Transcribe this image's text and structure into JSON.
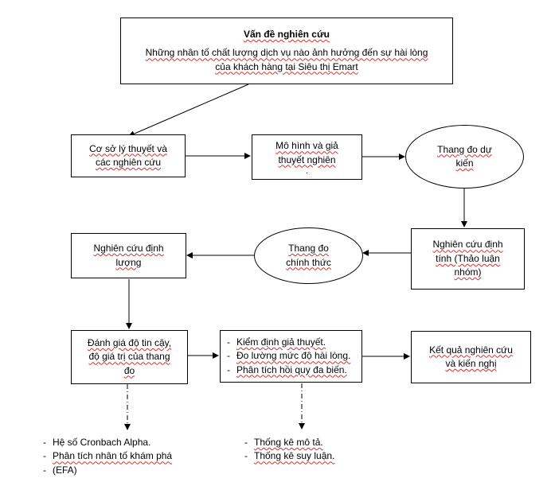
{
  "problem": {
    "title": "Vấn đề nghiên cứu",
    "text_line1": "Những nhân tố chất lượng dịch vụ nào ảnh hưởng đến sự hài lòng",
    "text_line2": "của khách hàng tại Siêu thị Emart"
  },
  "theory": {
    "line1": "Cơ sở lý thuyết và",
    "line2": "các nghiên cứu"
  },
  "model": {
    "line1": "Mô hình và giả",
    "line2": "thuyết nghiên",
    "line3": "."
  },
  "draft_scale": {
    "line1": "Thang đo dự",
    "line2": "kiến"
  },
  "qualitative": {
    "line1": "Nghiên cứu định",
    "line2": "tính (Thảo luận",
    "line3": "nhóm)"
  },
  "official_scale": {
    "line1": "Thang đo",
    "line2": "chính thức"
  },
  "quantitative": {
    "line1": "Nghiên cứu định",
    "line2": "lượng"
  },
  "reliability": {
    "line1": "Đánh giá độ tin cậy,",
    "line2": "độ giá trị của thang",
    "line3": "đo"
  },
  "testing": {
    "items": [
      "Kiểm định giả thuyết.",
      "Đo lường mức độ hài lòng.",
      "Phân tích hồi quy đa biến."
    ]
  },
  "results": {
    "line1": "Kết quả nghiên cứu",
    "line2": "và kiến nghị"
  },
  "notes_left": {
    "items": [
      "Hệ số Cronbach Alpha.",
      "Phân tích nhân tố khám phá",
      "(EFA)"
    ]
  },
  "notes_right": {
    "items": [
      "Thống kê mô tả.",
      "Thống kê suy luận."
    ]
  }
}
